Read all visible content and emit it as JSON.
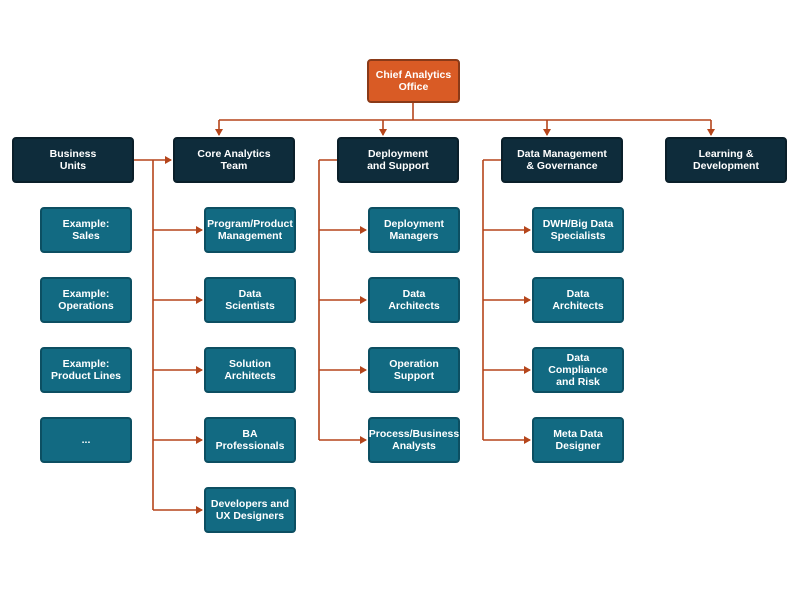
{
  "top": {
    "label": "Chief Analytics\nOffice"
  },
  "columns": [
    {
      "id": "business-units",
      "label": "Business\nUnits",
      "items": [
        "Example:\nSales",
        "Example:\nOperations",
        "Example:\nProduct Lines",
        "..."
      ]
    },
    {
      "id": "core-analytics-team",
      "label": "Core Analytics\nTeam",
      "items": [
        "Program/Product\nManagement",
        "Data\nScientists",
        "Solution\nArchitects",
        "BA\nProfessionals",
        "Developers and\nUX Designers"
      ]
    },
    {
      "id": "deployment-and-support",
      "label": "Deployment\nand Support",
      "items": [
        "Deployment\nManagers",
        "Data\nArchitects",
        "Operation\nSupport",
        "Process/Business\nAnalysts"
      ]
    },
    {
      "id": "data-management-governance",
      "label": "Data Management\n& Governance",
      "items": [
        "DWH/Big Data\nSpecialists",
        "Data\nArchitects",
        "Data Compliance\nand Risk",
        "Meta Data\nDesigner"
      ]
    },
    {
      "id": "learning-development",
      "label": "Learning &\nDevelopment",
      "items": []
    }
  ],
  "colors": {
    "top": "#d95b25",
    "department": "#0e2c3b",
    "subunit": "#126a82",
    "connector": "#b5451b"
  }
}
